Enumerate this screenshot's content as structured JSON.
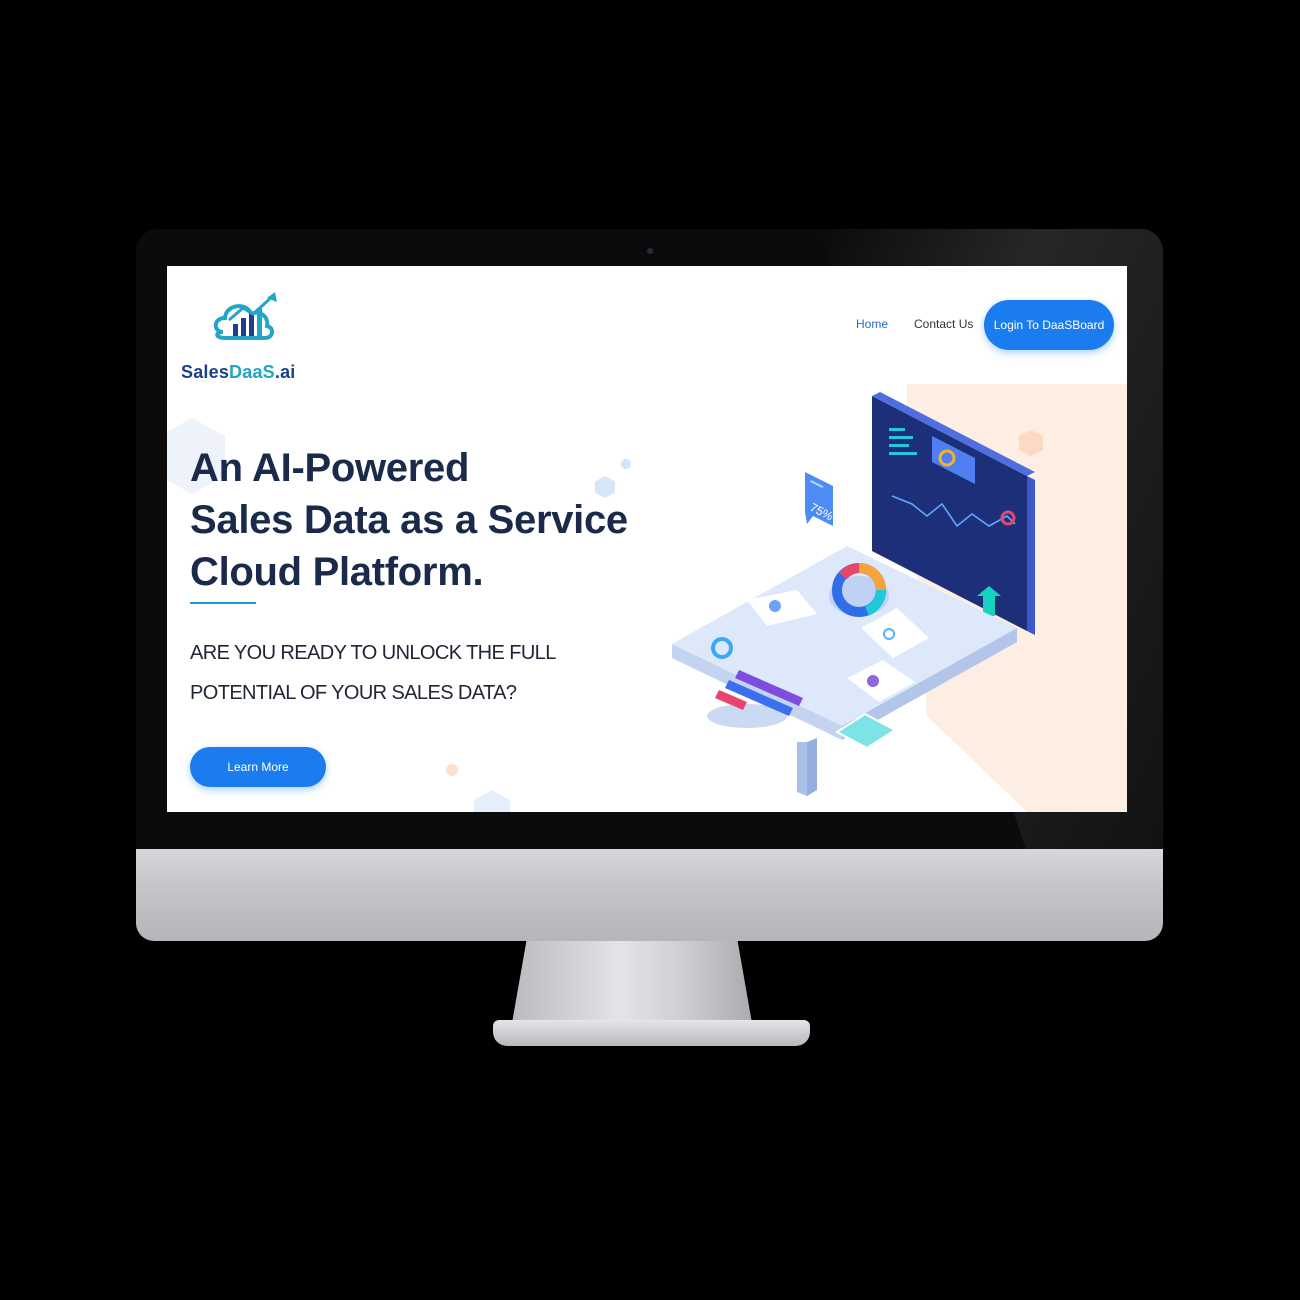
{
  "header": {
    "logo": {
      "name_part1": "Sales",
      "name_part2": "DaaS",
      "name_part3": ".ai"
    },
    "nav": [
      {
        "label": "Home"
      },
      {
        "label": "Contact Us"
      }
    ],
    "login_button": "Login To DaaSBoard"
  },
  "hero": {
    "title_lines": [
      "An AI-Powered",
      "Sales Data as a Service",
      "Cloud Platform."
    ],
    "subtitle_lines": [
      "ARE YOU READY TO UNLOCK THE FULL",
      "POTENTIAL OF YOUR SALES DATA?"
    ],
    "cta_button": "Learn More"
  },
  "illustration": {
    "badge_value": "75%"
  },
  "colors": {
    "accent_blue": "#1b7cf0",
    "navy_text": "#1a2a4a",
    "logo_navy": "#1d3f8c",
    "logo_teal": "#21a6c8",
    "peach_bg": "#fdeee3"
  },
  "icons": [
    "cloud-chart-logo-icon"
  ]
}
